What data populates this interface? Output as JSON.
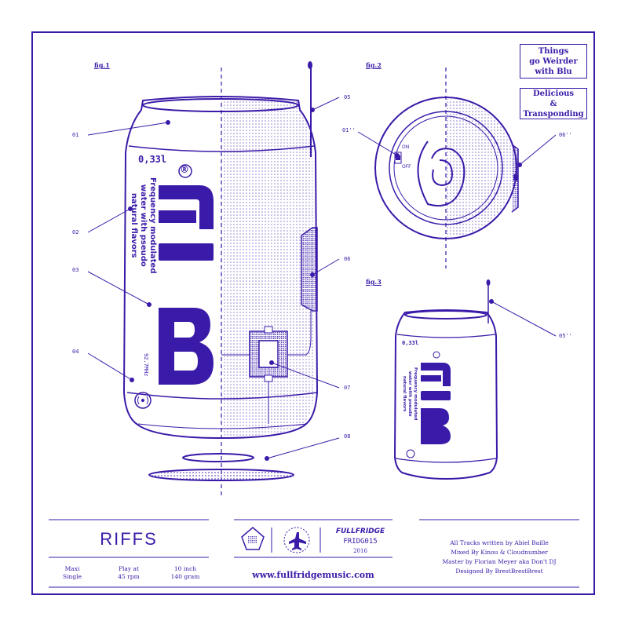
{
  "colors": {
    "ink": "#3a1aa8",
    "paper": "#ffffff"
  },
  "tagline_box_1": {
    "line1": "Things",
    "line2": "go Weirder",
    "line3": "with Blu"
  },
  "tagline_box_2": {
    "line1": "Delicious",
    "line2": "& Transponding"
  },
  "figures": {
    "fig1": "fig.1",
    "fig2": "fig.2",
    "fig3": "fig.3"
  },
  "callouts": {
    "c01": "01",
    "c02": "02",
    "c03": "03",
    "c04": "04",
    "c05": "05",
    "c06": "06",
    "c07": "07",
    "c08": "08",
    "c01p": "01''",
    "c06p": "06''",
    "c05p": "05''"
  },
  "can": {
    "volume": "0,33l",
    "description_lines": [
      "Frequency modulated",
      "water with pseudo",
      "natural flavors"
    ],
    "brand": "Blu",
    "registered": "®",
    "frequency": "92.7MHz",
    "switch_on": "ON",
    "switch_off": "OFF"
  },
  "footer": {
    "title": "RIFFS",
    "format": [
      "Maxi",
      "Single"
    ],
    "speed": [
      "Play at",
      "45 rpm"
    ],
    "size": [
      "10 inch",
      "140 gram"
    ],
    "label_name": "FULLFRIDGE",
    "catalog": "FRIDG015",
    "year": "2016",
    "url": "www.fullfridgemusic.com",
    "credits": [
      "All Tracks written by Abiel Baille",
      "Mixed By Kinou & Cloudnumber",
      "Master by Florian Meyer aka Don't DJ",
      "Designed By BrestBrestBrest"
    ]
  },
  "icons": [
    "radio-wave-icon",
    "fridge-logo-icon",
    "airplane-icon",
    "recycle-icon"
  ]
}
